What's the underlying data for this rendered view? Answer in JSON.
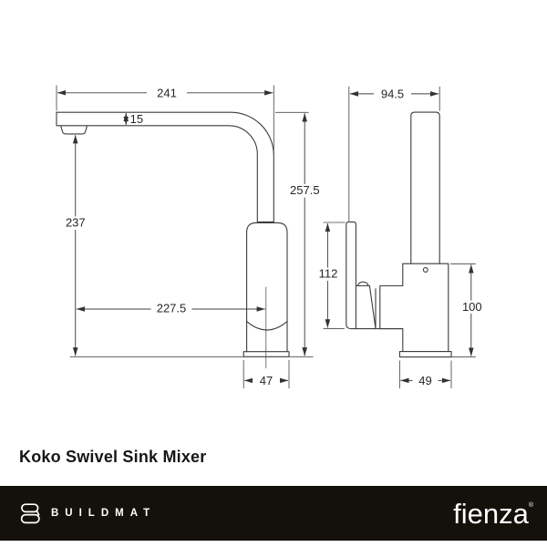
{
  "page": {
    "title": "Koko Swivel Sink Mixer"
  },
  "diagram": {
    "side_view": {
      "spout_reach_overall": "241",
      "spout_thickness": "15",
      "overall_height": "257.5",
      "outlet_height": "237",
      "reach_to_body_centre": "227.5",
      "base_width": "47"
    },
    "front_view": {
      "overall_depth": "94.5",
      "handle_height": "112",
      "body_height": "100",
      "base_width": "49"
    }
  },
  "footer": {
    "buildmat": "BUILDMAT",
    "fienza": "fienza",
    "fienza_mark": "®"
  },
  "colors": {
    "line": "#3c3c3c",
    "dimension_text": "#262626",
    "footer_background": "#14110b",
    "footer_text": "#ffffff",
    "page_background": "#ffffff"
  }
}
